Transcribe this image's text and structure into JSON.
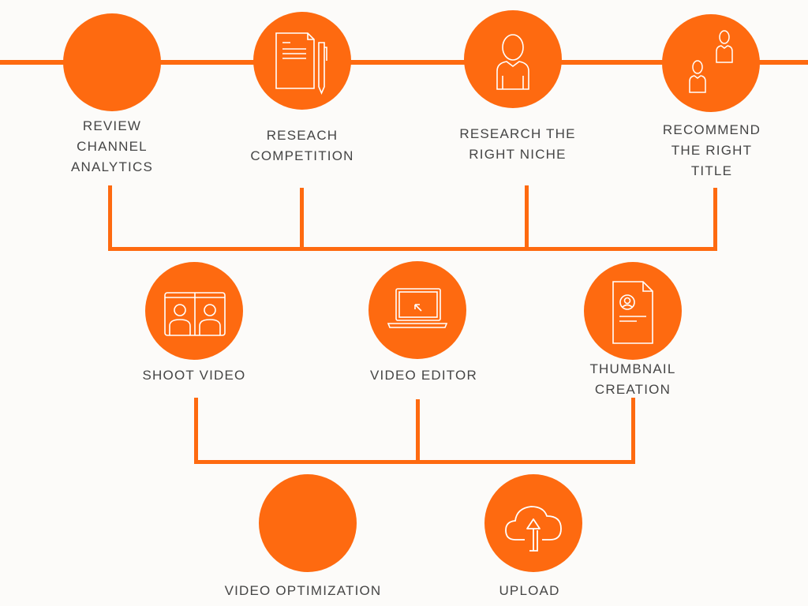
{
  "colors": {
    "accent": "#fe6a10",
    "text": "#454545",
    "background": "#fcfbf9"
  },
  "steps": [
    {
      "label": "REVIEW\nCHANNEL\nANALYTICS",
      "icon": "blank"
    },
    {
      "label": "RESEACH\nCOMPETITION",
      "icon": "document-pen-icon"
    },
    {
      "label": "RESEARCH THE\nRIGHT NICHE",
      "icon": "person-icon"
    },
    {
      "label": "RECOMMEND\nTHE RIGHT\nTITLE",
      "icon": "two-people-icon"
    },
    {
      "label": "SHOOT VIDEO",
      "icon": "video-call-icon"
    },
    {
      "label": "VIDEO EDITOR",
      "icon": "laptop-icon"
    },
    {
      "label": "THUMBNAIL\nCREATION",
      "icon": "profile-document-icon"
    },
    {
      "label": "VIDEO OPTIMIZATION",
      "icon": "blank"
    },
    {
      "label": "UPLOAD",
      "icon": "cloud-upload-icon"
    }
  ]
}
